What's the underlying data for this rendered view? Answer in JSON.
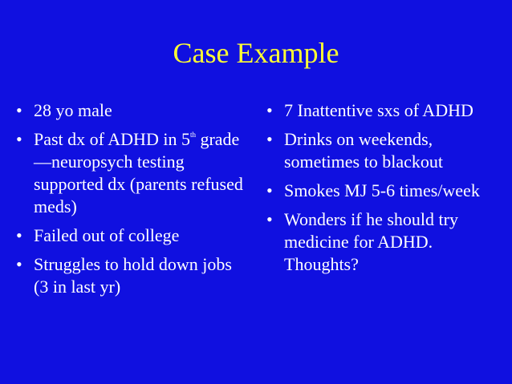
{
  "slide": {
    "title": "Case Example",
    "bullet_char": "•",
    "left_items": [
      {
        "text": "28 yo male"
      },
      {
        "text": "Past dx of ADHD in 5",
        "sup": "th",
        "cont": "grade—neuropsych testing supported dx (parents refused meds)"
      },
      {
        "text": "Failed out of college"
      },
      {
        "text": "Struggles to hold down jobs (3 in last yr)"
      }
    ],
    "right_items": [
      {
        "text": "7 Inattentive sxs of ADHD"
      },
      {
        "text": "Drinks on weekends, sometimes to blackout"
      },
      {
        "text": "Smokes MJ 5-6 times/week"
      },
      {
        "text": "Wonders if he should try medicine for ADHD. Thoughts?"
      }
    ]
  },
  "colors": {
    "background": "#1010e0",
    "title": "#ffff33",
    "text": "#ffffff"
  }
}
